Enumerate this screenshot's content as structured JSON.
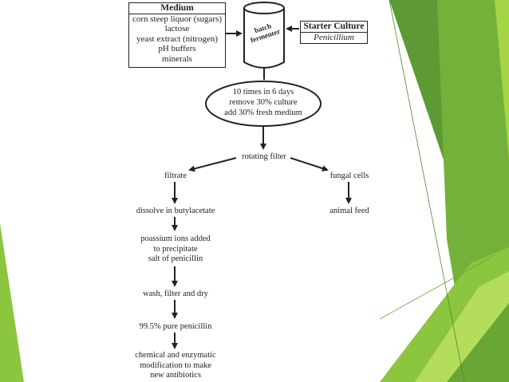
{
  "medium_box": {
    "title": "Medium",
    "lines": [
      "corn steep liquor (sugars)",
      "lactose",
      "yeast extract (nitrogen)",
      "pH buffers",
      "minerals"
    ]
  },
  "fermenter": {
    "line1": "batch",
    "line2": "fermenter"
  },
  "starter_box": {
    "title": "Starter Culture",
    "organism": "Penicillium"
  },
  "oval": {
    "lines": [
      "10 times in 6 days",
      "remove 30% culture",
      "add 30% fresh medium"
    ]
  },
  "steps": {
    "rotating_filter": "rotating filter",
    "filtrate": "filtrate",
    "fungal_cells": "fungal cells",
    "animal_feed": "animal feed",
    "dissolve": "dissolve in butylacetate",
    "potassium": [
      "poassium ions added",
      "to precipitate",
      "salt of penicillin"
    ],
    "wash": "wash, filter and dry",
    "pure": "99.5% pure penicillin",
    "modification": [
      "chemical and enzymatic",
      "modification to make",
      "new antibiotics"
    ]
  },
  "colors": {
    "green_light": "#a6d447",
    "green_mid": "#8cc63f",
    "green_dark": "#4f8a2b",
    "ink": "#222222"
  }
}
